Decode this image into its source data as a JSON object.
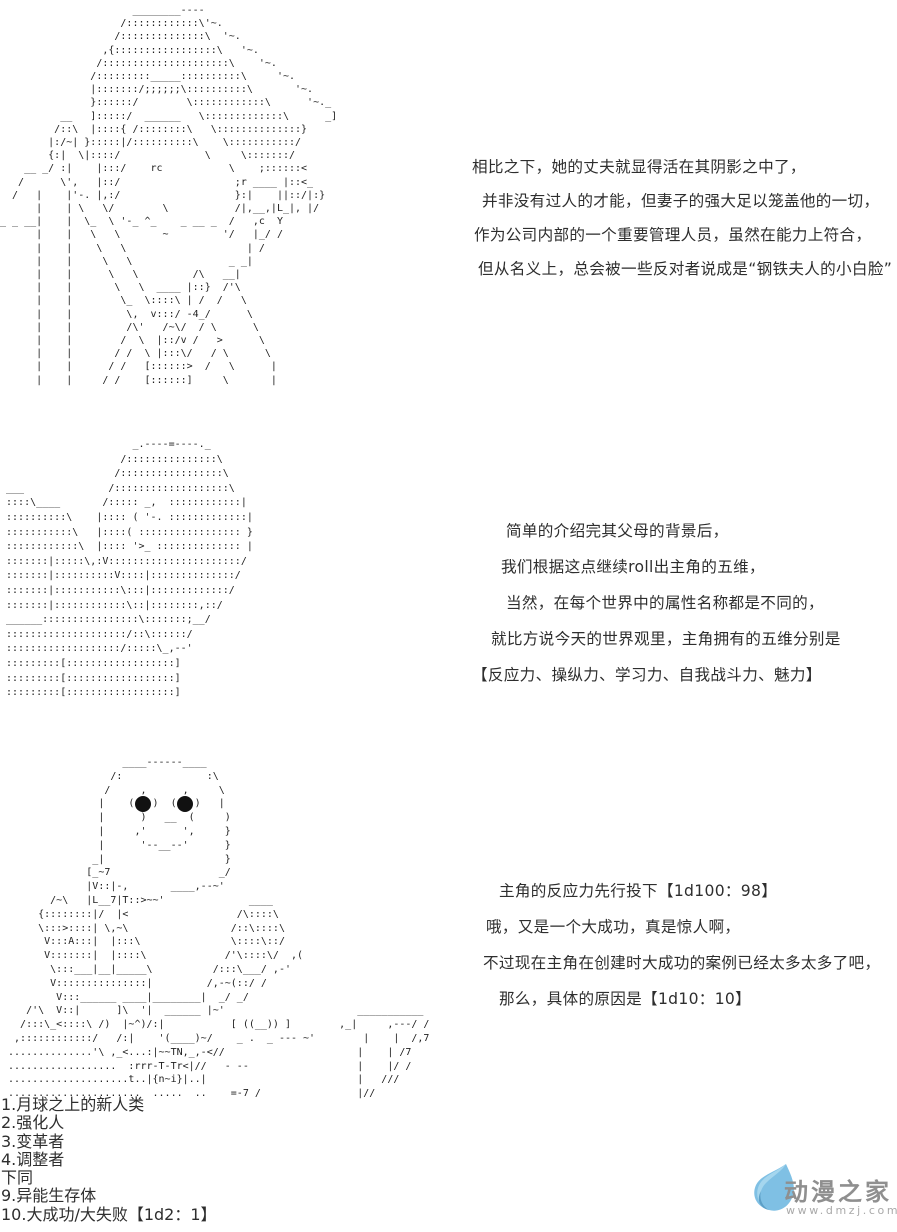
{
  "page": {
    "background": "#ffffff",
    "text_color": "#2e2e2e",
    "aa_color": "#1f1f1f"
  },
  "ascii_panels": {
    "panel1_description": "mother-figure-aa-portrait",
    "panel1": [
      "                      ________----",
      "                    /::::::::::::\\'~.",
      "                   /::::::::::::::\\  '~.",
      "                 ,{:::::::::::::::::\\   '~.",
      "                /:::::::::::::::::::::\\    '~.",
      "               /:::::::::_____::::::::::\\     '~.",
      "               |:::::::/;;;;;;\\::::::::::\\       '~.",
      "               }::::::/        \\::::::::::::\\      '~._",
      "          __   ]:::::/  ______   \\:::::::::::::\\      _]",
      "         /::\\  |::::{ /::::::::\\   \\::::::::::::::}",
      "        |:/~| }:::::|/::::::::::\\    \\:::::::::::/",
      "        {:|  \\|::::/              \\     \\:::::::/",
      "    __ _/ :|    |:::/    rc           \\    ;::::::<",
      "   /      \\',   |::/                   ;r ____ |::<_",
      "  /   |    |'-. |,:/                   }:|    ||::/|:}",
      "      |    | \\   \\/        \\           /|,__,|L_|, |/",
      "_ _ __|    |  \\_  \\ '-_ ^_    _ __ _  /   ,c  Y",
      "      |    |   \\   \\       ~         '/   |_/ /",
      "      |    |    \\   \\                    | /",
      "      |    |     \\   \\                _ _|",
      "      |    |      \\   \\         /\\   __|",
      "      |    |       \\   \\  ____ |::}  /'\\",
      "      |    |        \\_  \\::::\\ | /  /   \\",
      "      |    |         \\,  v:::/ -4_/      \\",
      "      |    |         /\\'   /~\\/  / \\      \\",
      "      |    |        /  \\  |::/v /   >      \\",
      "      |    |       / /  \\ |:::\\/   / \\      \\",
      "      |    |      / /   [::::::>  /   \\      |",
      "      |    |     / /    [::::::]     \\       |"
    ],
    "panel2_description": "father-figure-aa-profile",
    "panel2": [
      "                      _.----=----._",
      "                    /:::::::::::::::\\",
      "                   /:::::::::::::::::\\",
      " ___              /:::::::::::::::::::\\",
      " ::::\\____       /::::: _,  ::::::::::::|",
      " ::::::::::\\    |:::: ( '-. :::::::::::::|",
      " :::::::::::\\   |::::( ::::::::::::::::: }",
      " ::::::::::::\\  |:::: '>_ :::::::::::::: |",
      " :::::::|:::::\\,:V::::::::::::::::::::::/",
      " :::::::|::::::::::V::::|::::::::::::::/",
      " :::::::|:::::::::::\\:::|:::::::::::::/",
      " :::::::|::::::::::::\\::|::::::::,::/",
      " ______::::::::::::::::\\:::::::;__/",
      " ::::::::::::::::::::/::\\::::::/",
      " :::::::::::::::::::/:::::\\_,--'",
      " :::::::::[::::::::::::::::::]",
      " :::::::::[::::::::::::::::::]",
      " :::::::::[::::::::::::::::::]"
    ],
    "panel3_description": "protagonist-aa-at-desk-holding-card",
    "panel3": [
      "                    ____------____",
      "                  /:              :\\",
      "                 /     ,      ,     \\",
      "                |    ( ● )  ( ● )   |",
      "                |      )   __  (     )",
      "                |     ,'      ',     }",
      "                |      '--__--'      }",
      "               _|                    }",
      "              [_~7                  _/",
      "              |V::|-,       ____,--~'",
      "        /~\\   |L__7|T::>~~'              ____",
      "      {::::::::|/  |<                  /\\::::\\",
      "      \\:::>::::| \\,~\\                 /::\\::::\\",
      "       V:::A:::|  |:::\\               \\::::\\::/",
      "       V:::::::|  |::::\\             /'\\::::\\/  ,(",
      "        \\:::___|__|_____\\          /:::\\___/ ,-'",
      "        V:::::::::::::::|         /,-~(::/ /",
      "         V:::______ ____|________|  _/ _/",
      "    /'\\  V::|      ]\\  '|  ______ |~'                      ___________",
      "   /:::\\_<::::\\ /)  |~^)/:|           [ ((__)) ]        ,_|     ,---/ /",
      "  ,::::::::::::/   /:|    '(____)~/    _ .  _ --- ~'        |    |  /,7",
      " ..............'\\ ,_<...:|~~TN,_,-<//                      |    | /7",
      " ..................  :rrr-T-Tr<|//   - --                  |    |/ /",
      " ....................t..|{n~i}|..|                         |   ///",
      " ......................  .....  ..    =-7 /                |//"
    ]
  },
  "text_blocks": {
    "block1": {
      "lines": [
        "相比之下，她的丈夫就显得活在其阴影之中了，",
        "并非没有过人的才能，但妻子的强大足以笼盖他的一切，",
        "作为公司内部的一个重要管理人员，虽然在能力上符合，",
        "但从名义上，总会被一些反对者说成是“钢铁夫人的小白脸”"
      ]
    },
    "block2": {
      "lines": [
        "简单的介绍完其父母的背景后，",
        "我们根据这点继续roll出主角的五维，",
        "当然，在每个世界中的属性名称都是不同的，",
        "就比方说今天的世界观里，主角拥有的五维分别是",
        "【反应力、操纵力、学习力、自我战斗力、魅力】"
      ]
    },
    "block3": {
      "lines": [
        "主角的反应力先行投下【1d100：98】",
        "哦，又是一个大成功，真是惊人啊，",
        "不过现在主角在创建时大成功的案例已经太多太多了吧，",
        "那么，具体的原因是【1d10：10】"
      ]
    }
  },
  "option_list": {
    "lines": [
      "1.月球之上的新人类",
      "2.强化人",
      "3.变革者",
      "4.调整者",
      "下同",
      "9.异能生存体",
      "10.大成功/大失败【1d2：1】"
    ]
  },
  "watermark": {
    "site_name": "动漫之家",
    "site_url": "www.dmzj.com",
    "text_color": "#8f8f8f",
    "url_color": "#a9a9a9",
    "drop_color_main": "#7fc0e4",
    "drop_color_light": "#a5d6ee",
    "drop_color_dark": "#5c9fc6"
  }
}
